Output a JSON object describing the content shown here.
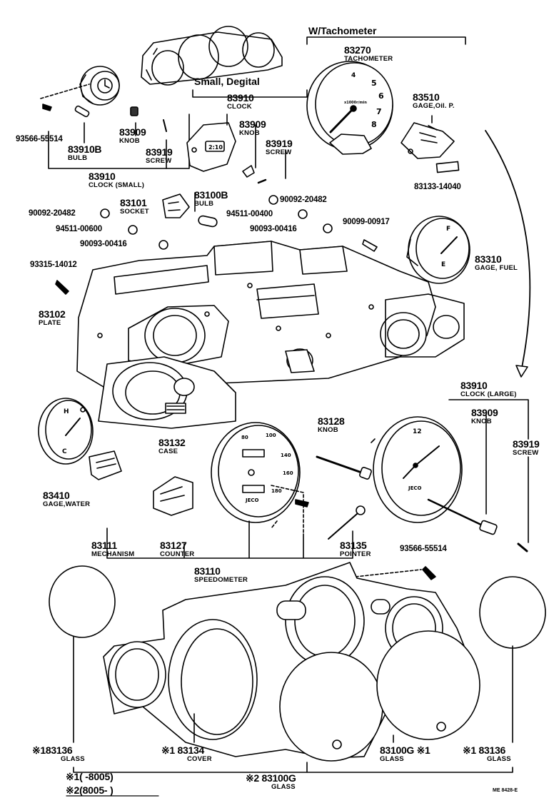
{
  "headings": {
    "tach_group": "W/Tachometer",
    "digital_group": "Small, Degital"
  },
  "parts": {
    "tachometer": {
      "num": "83270",
      "name": "TACHOMETER"
    },
    "clock_digital": {
      "num": "83910",
      "name": "CLOCK"
    },
    "knob_digital": {
      "num": "83909",
      "name": "KNOB"
    },
    "screw_digital": {
      "num": "83919",
      "name": "SCREW"
    },
    "gage_oil": {
      "num": "83510",
      "name": "GAGE,Oil. P."
    },
    "bulb_small": {
      "num": "83910B",
      "name": "BULB"
    },
    "knob_small": {
      "num": "83909",
      "name": "KNOB"
    },
    "screw_small": {
      "num": "83919",
      "name": "SCREW"
    },
    "clock_small": {
      "num": "83910",
      "name": "CLOCK (SMALL)"
    },
    "socket": {
      "num": "83101",
      "name": "SOCKET"
    },
    "bulb": {
      "num": "83100B",
      "name": "BULB"
    },
    "gage_fuel": {
      "num": "83310",
      "name": "GAGE, FUEL"
    },
    "plate": {
      "num": "83102",
      "name": "PLATE"
    },
    "clock_large": {
      "num": "83910",
      "name": "CLOCK (LARGE)"
    },
    "knob_large": {
      "num": "83909",
      "name": "KNOB"
    },
    "screw_large": {
      "num": "83919",
      "name": "SCREW"
    },
    "knob_speedo": {
      "num": "83128",
      "name": "KNOB"
    },
    "case": {
      "num": "83132",
      "name": "CASE"
    },
    "gage_water": {
      "num": "83410",
      "name": "GAGE,WATER"
    },
    "mechanism": {
      "num": "83111",
      "name": "MECHANISM"
    },
    "counter": {
      "num": "83127",
      "name": "COUNTER"
    },
    "pointer": {
      "num": "83135",
      "name": "POINTER"
    },
    "speedometer": {
      "num": "83110",
      "name": "SPEEDOMETER"
    },
    "glass_left": {
      "mark": "※1",
      "num": "83136",
      "name": "GLASS"
    },
    "cover": {
      "mark": "※1",
      "num": "83134",
      "name": "COVER"
    },
    "glass_center": {
      "num": "83100G",
      "mark": "※1",
      "name": "GLASS"
    },
    "glass_right": {
      "mark": "※1",
      "num": "83136",
      "name": "GLASS"
    },
    "glass_bottom": {
      "mark": "※2",
      "num": "83100G",
      "name": "GLASS"
    }
  },
  "part_numbers": {
    "p93566_top": "93566-55514",
    "p83133": "83133-14040",
    "p90092_right": "90092-20482",
    "p90092_left": "90092-20482",
    "p94511_right": "94511-00400",
    "p94511_left": "94511-00600",
    "p90093_right": "90093-00416",
    "p90093_left": "90093-00416",
    "p90099": "90099-00917",
    "p93315": "93315-14012",
    "p93566_bottom": "93566-55514"
  },
  "notes": {
    "note1_mark": "※1",
    "note1_range": "(         -8005)",
    "note2_mark": "※2",
    "note2_range": "(8005-          )"
  },
  "dials": {
    "clock_brand": "JECO",
    "speedo_brand": "JECO",
    "tach_text": "x1000r/min",
    "fuel_full": "F",
    "fuel_empty": "E",
    "water_hot": "H",
    "water_cold": "C",
    "clock_twelve": "12"
  },
  "doc_code": "ME 8428-E"
}
